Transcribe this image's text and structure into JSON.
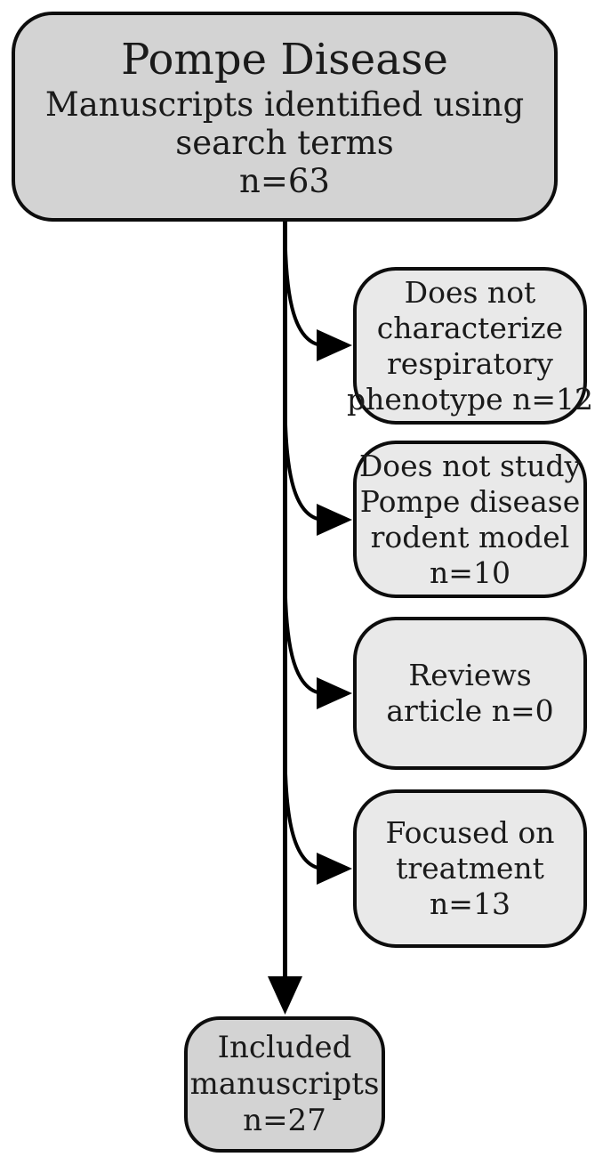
{
  "flow": {
    "source": {
      "title": "Pompe Disease",
      "lines": [
        "Manuscripts identified using",
        "search terms",
        "n=63"
      ],
      "n": 63
    },
    "exclusions": [
      {
        "lines": [
          "Does not",
          "characterize",
          "respiratory",
          "phenotype n=12"
        ],
        "n": 12
      },
      {
        "lines": [
          "Does not study",
          "Pompe disease",
          "rodent model",
          "n=10"
        ],
        "n": 10
      },
      {
        "lines": [
          "Reviews",
          "article n=0"
        ],
        "n": 0
      },
      {
        "lines": [
          "Focused on",
          "treatment",
          "n=13"
        ],
        "n": 13
      }
    ],
    "included": {
      "lines": [
        "Included",
        "manuscripts",
        "n=27"
      ],
      "n": 27
    },
    "colors": {
      "background": "#ffffff",
      "primary_box_fill": "#d3d3d3",
      "exclusion_box_fill": "#e9e9e9",
      "box_border": "#0d0d0d",
      "connector": "#000000",
      "text": "#1a1a1a"
    }
  }
}
